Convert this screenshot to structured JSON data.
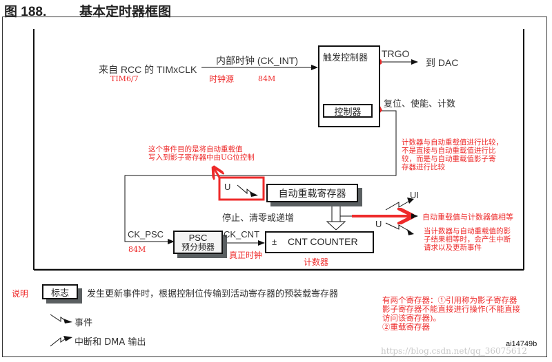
{
  "figure": {
    "number": "图 188.",
    "title": "基本定时器框图",
    "id_code": "ai14749b",
    "watermark": "https://blog.csdn.net/qq_36075612"
  },
  "diagram": {
    "input_clock": "来自 RCC 的 TIMxCLK",
    "internal_clock": "内部时钟 (CK_INT)",
    "trigger_controller": "触发控制器",
    "controller": "控制器",
    "trgo": "TRGO",
    "to_dac": "到 DAC",
    "reset_enable_count": "复位、使能、计数",
    "u_event": "U",
    "auto_reload_register": "自动重载寄存器",
    "stop_clear_increment": "停止、清零或递增",
    "ck_psc": "CK_PSC",
    "psc_label": "PSC",
    "psc_sublabel": "预分频器",
    "ck_cnt": "CK_CNT",
    "counter_sign": "±",
    "counter_label": "CNT COUNTER",
    "ui_label": "UI",
    "u_label": "U"
  },
  "annotations": {
    "tim67": "TIM6/7",
    "clock_source": "时钟源",
    "freq_84m_top": "84M",
    "freq_84m_bottom": "84M",
    "real_clock": "真正时钟",
    "counter_cn": "计数器",
    "ug_note_line1": "这个事件目的是将自动重载值",
    "ug_note_line2": "写入到影子寄存器中由UG位控制",
    "compare_note_line1": "计数器与自动重载值进行比较，",
    "compare_note_line2": "不是直接与自动重载值进行比",
    "compare_note_line3": "较，而是与自动重载值影子寄",
    "compare_note_line4": "存器进行比较",
    "equal_note": "自动重载值与计数器值相等",
    "interrupt_note_line1": "当计数器与自动重载值的影",
    "interrupt_note_line2": "子结果相等时，会产生中断",
    "interrupt_note_line3": "请求以及更新事件",
    "registers_note_line1": "有两个寄存器：①引用称为影子寄存器",
    "registers_note_line2": "影子寄存器不能直接进行操作(不能直接",
    "registers_note_line3": "访问该寄存器)。",
    "registers_note_line4": "②重载寄存器"
  },
  "legend": {
    "explain": "说明",
    "flag_box": "标志",
    "flag_desc": "发生更新事件时，根据控制位传输到活动寄存器的预装载寄存器",
    "event": "事件",
    "interrupt_dma": "中断和 DMA 输出"
  },
  "colors": {
    "annotation_red": "#ee2a2a",
    "line_black": "#111111",
    "shadow_gray": "#5a5f61"
  }
}
